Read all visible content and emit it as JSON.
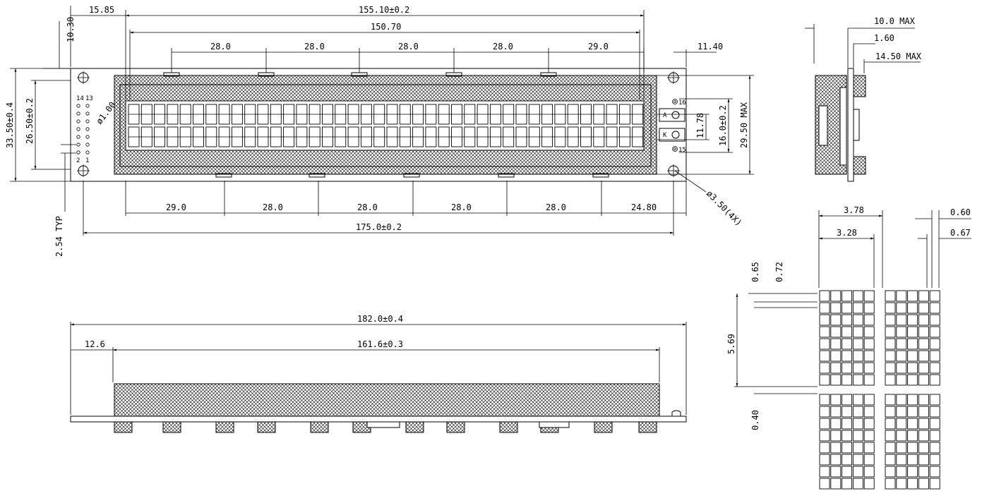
{
  "dims": {
    "top_15_85": "15.85",
    "top_155_10": "155.10±0.2",
    "top_150_70": "150.70",
    "top_28_a": "28.0",
    "top_28_b": "28.0",
    "top_28_c": "28.0",
    "top_28_d": "28.0",
    "top_29": "29.0",
    "r_11_40": "11.40",
    "l_10_30": "10.30",
    "l_33_50": "33.50±0.4",
    "l_26_50": "26.50±0.2",
    "hole_1_00": "ø1.00",
    "r_11_78": "11.78",
    "r_16_0": "16.0±0.2",
    "r_29_50": "29.50 MAX",
    "b_29": "29.0",
    "b_28_a": "28.0",
    "b_28_b": "28.0",
    "b_28_c": "28.0",
    "b_28_d": "28.0",
    "b_24_80": "24.80",
    "b_175": "175.0±0.2",
    "b_2_54": "2.54 TYP",
    "mount_hole": "ø3.50(4X)",
    "side_10_0": "10.0 MAX",
    "side_1_60": "1.60",
    "side_14_50": "14.50 MAX",
    "front_182": "182.0±0.4",
    "front_12_6": "12.6",
    "front_161_6": "161.6±0.3",
    "char_3_78": "3.78",
    "char_3_28": "3.28",
    "char_0_60": "0.60",
    "char_0_67": "0.67",
    "char_0_65": "0.65",
    "char_0_72": "0.72",
    "char_5_69": "5.69",
    "char_0_40": "0.40"
  },
  "pins": {
    "p14": "14",
    "p13": "13",
    "p2": "2",
    "p1": "1",
    "p16": "16",
    "p15": "15",
    "led_a": "A",
    "led_k": "K"
  },
  "display": {
    "columns": 40,
    "rows": 2
  },
  "char_detail": {
    "cols_per_char": 5,
    "rows_per_char": 8,
    "chars_shown": 4
  }
}
